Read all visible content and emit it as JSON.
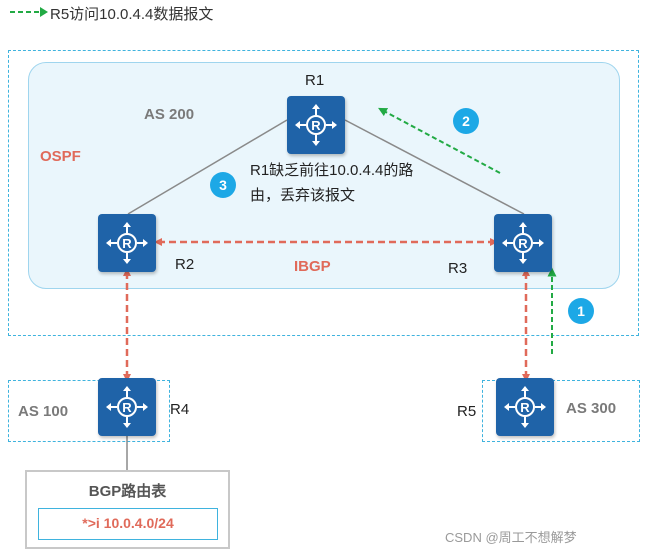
{
  "legend": {
    "text": "R5访问10.0.4.4数据报文"
  },
  "as200": {
    "label": "AS 200",
    "igp": "OSPF",
    "ibgp": "IBGP"
  },
  "as100": {
    "label": "AS 100"
  },
  "as300": {
    "label": "AS 300"
  },
  "routers": {
    "r1": "R1",
    "r2": "R2",
    "r3": "R3",
    "r4": "R4",
    "r5": "R5"
  },
  "steps": {
    "s1": "1",
    "s2": "2",
    "s3": "3"
  },
  "note": {
    "line1": "R1缺乏前往10.0.4.4的路",
    "line2": "由，丢弃该报文"
  },
  "bgp_table": {
    "title": "BGP路由表",
    "route": "*>i  10.0.4.0/24"
  },
  "watermark": "CSDN @周工不想解梦",
  "colors": {
    "as_border": "#3fb3de",
    "as_fill": "#eaf6fc",
    "router": "#1f63a8",
    "bgp_link": "#e06a5a",
    "data_flow": "#22aa44",
    "step_badge": "#1da8e6"
  }
}
